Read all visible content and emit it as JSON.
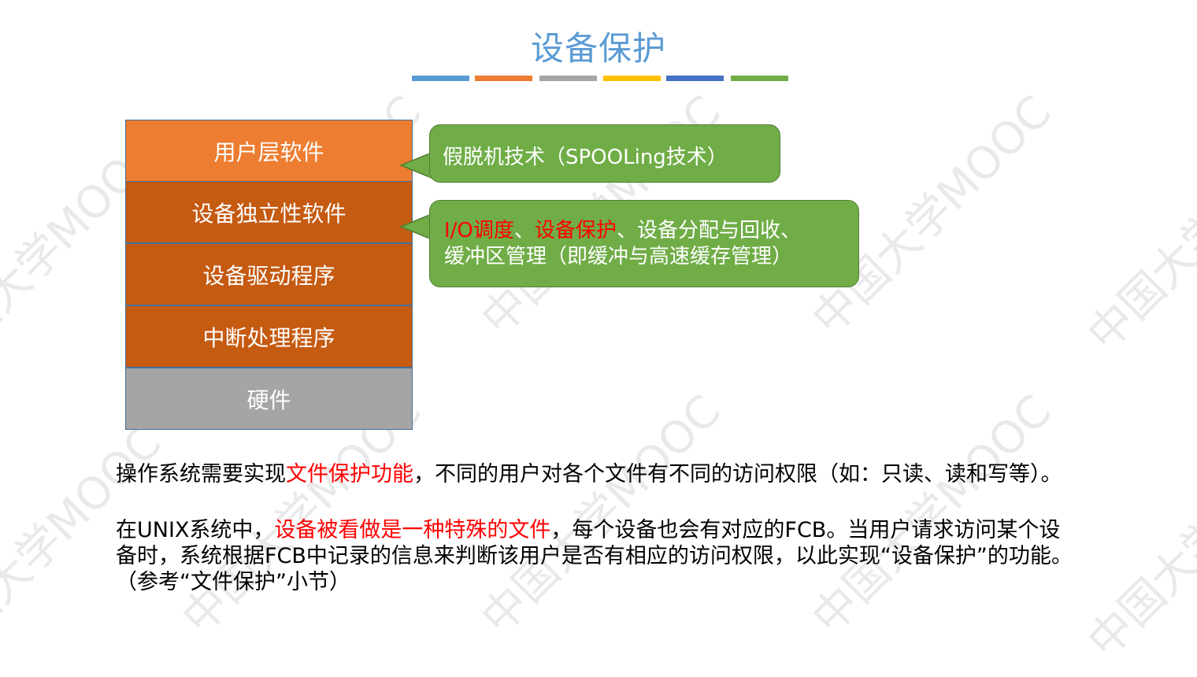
{
  "title": "设备保护",
  "accent_colors": [
    "#5b9bd5",
    "#ed7d31",
    "#a5a5a5",
    "#ffc000",
    "#4472c4",
    "#70ad47"
  ],
  "layers": [
    {
      "label": "用户层软件",
      "color": "#ed7d31"
    },
    {
      "label": "设备独立性软件",
      "color": "#c55a11"
    },
    {
      "label": "设备驱动程序",
      "color": "#c55a11"
    },
    {
      "label": "中断处理程序",
      "color": "#c55a11"
    },
    {
      "label": "硬件",
      "color": "#a5a5a5"
    }
  ],
  "callouts": {
    "user_layer": "假脱机技术（SPOOLing技术）",
    "independence": {
      "part1": "I/O调度",
      "sep1": "、",
      "part2": "设备保护",
      "part3": "、设备分配与回收、",
      "line2": "缓冲区管理（即缓冲与高速缓存管理）"
    }
  },
  "paragraph1": {
    "pre": "操作系统需要实现",
    "highlight": "文件保护功能",
    "post": "，不同的用户对各个文件有不同的访问权限（如：只读、读和写等）。"
  },
  "paragraph2": {
    "pre": "在UNIX系统中，",
    "highlight": "设备被看做是一种特殊的文件",
    "post": "，每个设备也会有对应的FCB。当用户请求访问某个设备时，系统根据FCB中记录的信息来判断该用户是否有相应的访问权限，以此实现“设备保护”的功能。（参考“文件保护”小节）"
  },
  "watermark": "中国大学MOOC"
}
